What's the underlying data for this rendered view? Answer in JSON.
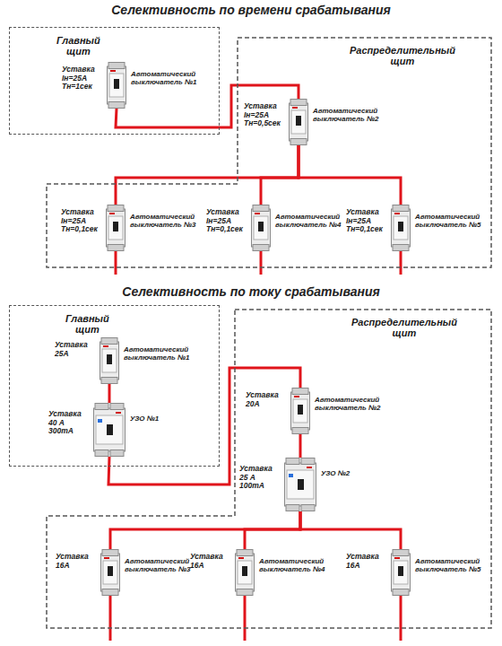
{
  "diagram": {
    "nodes": [
      {
        "text": [
          "Главный щит"
        ]
      },
      {
        "text": [
          "Уставка Iн=25А Тн=1сек",
          "Автоматический выключатель №1"
        ],
        "in": 0
      },
      {
        "text": [
          "Распределительный щит"
        ]
      },
      {
        "text": [
          "Уставка Iн=25А Тн=0,5сек",
          "Автоматический выключатель №2"
        ],
        "in": 2
      },
      {
        "text": [
          "Уставка Iн=25А Тн=0,1сек",
          "Автоматический выключатель №3"
        ],
        "in": 2
      },
      {
        "text": [
          "Уставка Iн=25А Тн=0,1сек",
          "Автоматический выключатель №4"
        ],
        "in": 2
      },
      {
        "text": [
          "Уставка Iн=25А Тн=0,1сек",
          "Автоматический выключатель №5"
        ],
        "in": 2
      },
      {
        "text": [
          "Главный щит"
        ]
      },
      {
        "text": [
          "Уставка 25А",
          "Автоматический выключатель №1"
        ],
        "in": 7
      },
      {
        "text": [
          "Уставка 40 А 300mA",
          "УЗО №1"
        ],
        "in": 7
      },
      {
        "text": [
          "Распределительный щит"
        ]
      },
      {
        "text": [
          "Уставка 20А",
          "Автоматический выключатель №2"
        ],
        "in": 10
      },
      {
        "text": [
          "Уставка 25 А 100mA",
          "УЗО №2"
        ],
        "in": 10
      },
      {
        "text": [
          "Уставка 16А",
          "Автоматический выключатель №3"
        ],
        "in": 10
      },
      {
        "text": [
          "Уставка 16А",
          "Автоматический выключатель №4"
        ],
        "in": 10
      },
      {
        "text": [
          "Уставка 16А",
          "Автоматический выключатель №5"
        ],
        "in": 10
      }
    ],
    "edges": [
      {
        "from": 1,
        "to": 3,
        "arrow": "none"
      },
      {
        "from": 3,
        "to": 4,
        "arrow": "none"
      },
      {
        "from": 3,
        "to": 5,
        "arrow": "none"
      },
      {
        "from": 3,
        "to": 6,
        "arrow": "none"
      },
      {
        "from": 8,
        "to": 9,
        "arrow": "none"
      },
      {
        "from": 9,
        "to": 11,
        "arrow": "none"
      },
      {
        "from": 11,
        "to": 12,
        "arrow": "none"
      },
      {
        "from": 12,
        "to": 13,
        "arrow": "none"
      },
      {
        "from": 12,
        "to": 14,
        "arrow": "none"
      },
      {
        "from": 12,
        "to": 15,
        "arrow": "none"
      }
    ],
    "labels": [
      "Селективность по времени срабатывания",
      "Селективность по току срабатывания"
    ]
  }
}
